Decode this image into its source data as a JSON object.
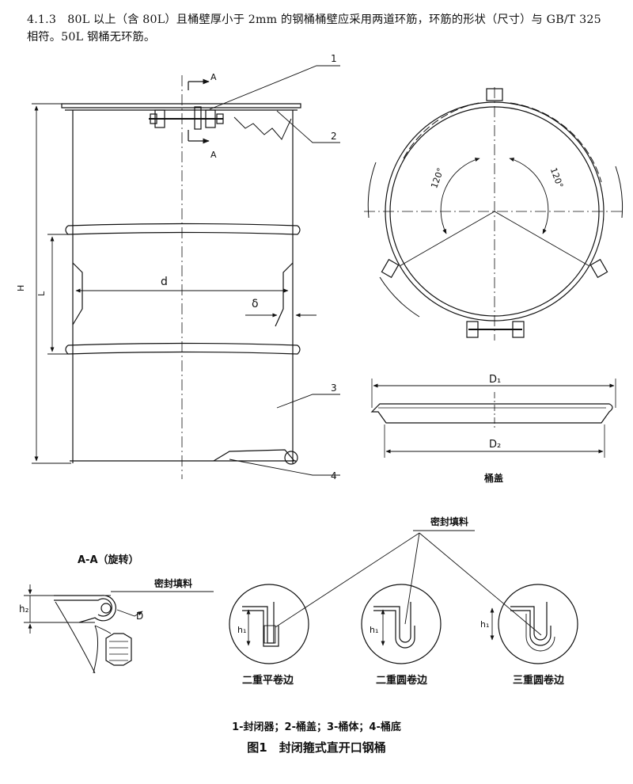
{
  "clause": {
    "number": "4.1.3",
    "text": "80L 以上（含 80L）且桶壁厚小于 2mm 的钢桶桶壁应采用两道环筋，环筋的形状（尺寸）与 GB/T 325 相符。50L 钢桶无环筋。"
  },
  "drum_view": {
    "section_mark": "A",
    "callouts": [
      "1",
      "2",
      "3",
      "4"
    ],
    "dim_height": "H",
    "dim_spacing": "L",
    "dim_diameter": "d",
    "dim_thickness": "δ"
  },
  "top_view": {
    "angle_left": "120°",
    "angle_right": "120°"
  },
  "lid_view": {
    "dim_d1": "D₁",
    "dim_d2": "D₂",
    "caption": "桶盖"
  },
  "section_view": {
    "title": "A-A（旋转）",
    "sealant_label": "密封填料",
    "dim_h2": "h₂",
    "dim_d": "D"
  },
  "seam_views": {
    "sealant_label": "密封填料",
    "dim_h1": "h₁",
    "labels": [
      "二重平卷边",
      "二重圆卷边",
      "三重圆卷边"
    ]
  },
  "figure": {
    "legend": "1-封闭器；2-桶盖；3-桶体；4-桶底",
    "title": "图1　封闭箍式直开口钢桶"
  }
}
